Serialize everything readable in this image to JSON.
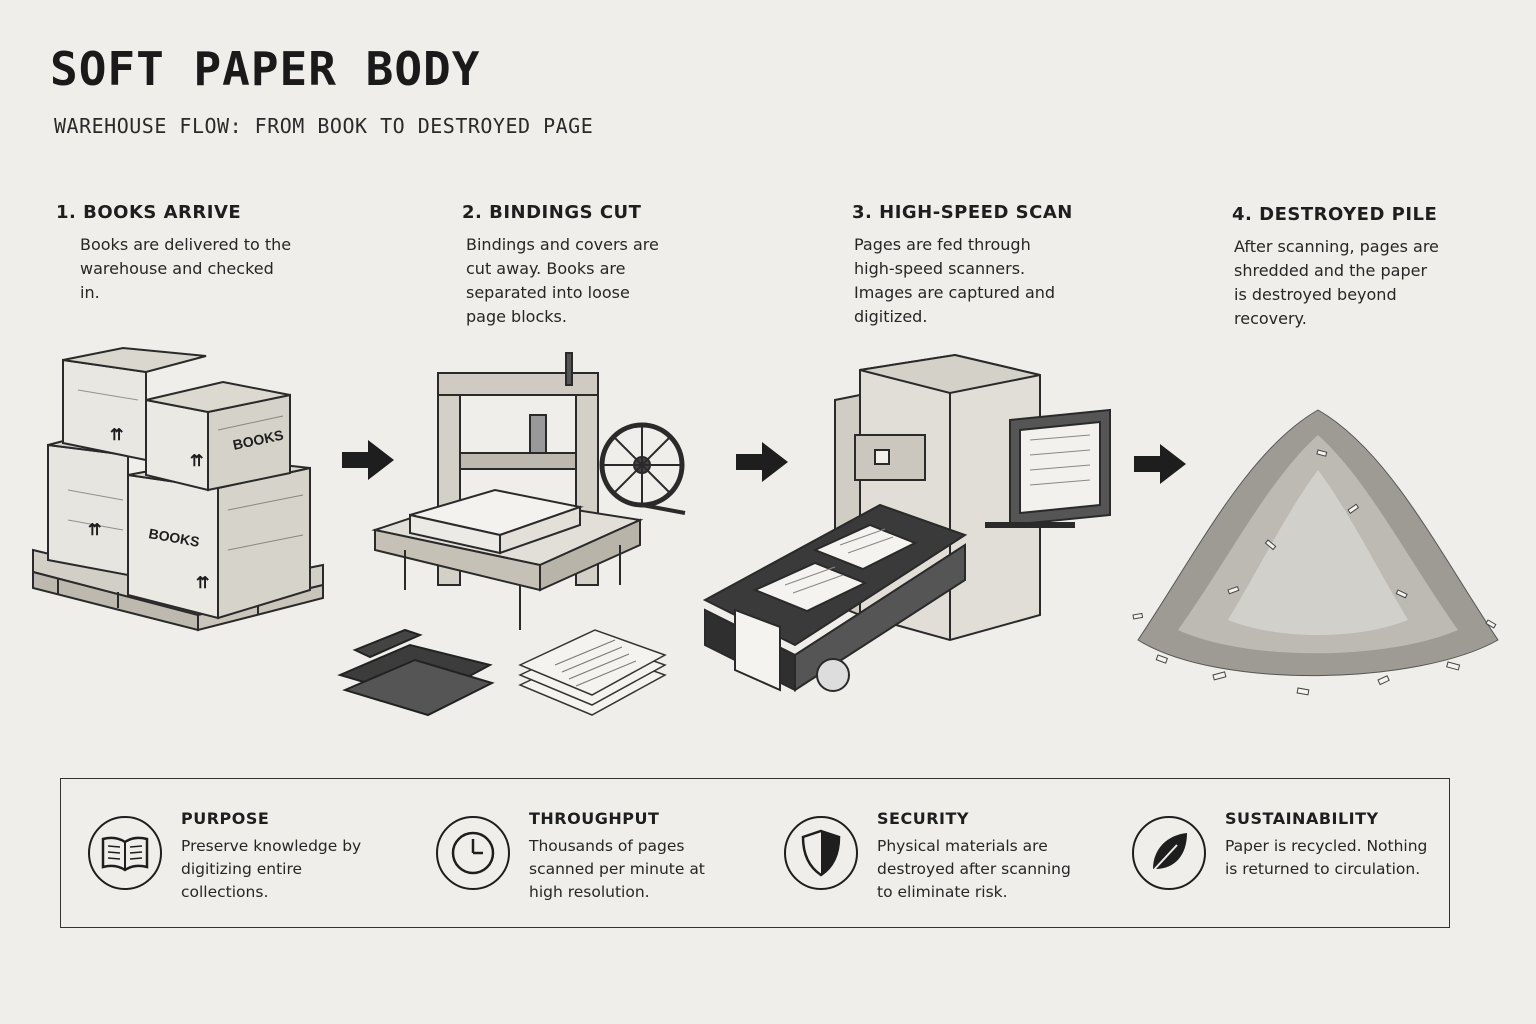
{
  "header": {
    "title": "SOFT PAPER BODY",
    "subtitle": "WAREHOUSE FLOW: FROM BOOK TO DESTROYED PAGE"
  },
  "steps": [
    {
      "title": "1. BOOKS ARRIVE",
      "desc": "Books are delivered to the warehouse and checked in."
    },
    {
      "title": "2. BINDINGS CUT",
      "desc": "Bindings and covers are cut away. Books are separated into loose page blocks."
    },
    {
      "title": "3. HIGH-SPEED SCAN",
      "desc": "Pages are fed through high-speed scanners. Images are captured and digitized."
    },
    {
      "title": "4. DESTROYED PILE",
      "desc": "After scanning, pages are shredded and the paper is destroyed beyond recovery."
    }
  ],
  "box_labels": {
    "books": "BOOKS"
  },
  "features": [
    {
      "icon": "open-book-icon",
      "title": "PURPOSE",
      "desc": "Preserve knowledge by digitizing entire collections."
    },
    {
      "icon": "clock-icon",
      "title": "THROUGHPUT",
      "desc": "Thousands of pages scanned per minute at high resolution."
    },
    {
      "icon": "shield-icon",
      "title": "SECURITY",
      "desc": "Physical materials are destroyed after scanning to eliminate risk."
    },
    {
      "icon": "leaf-icon",
      "title": "SUSTAINABILITY",
      "desc": "Paper is recycled. Nothing is returned to circulation."
    }
  ]
}
